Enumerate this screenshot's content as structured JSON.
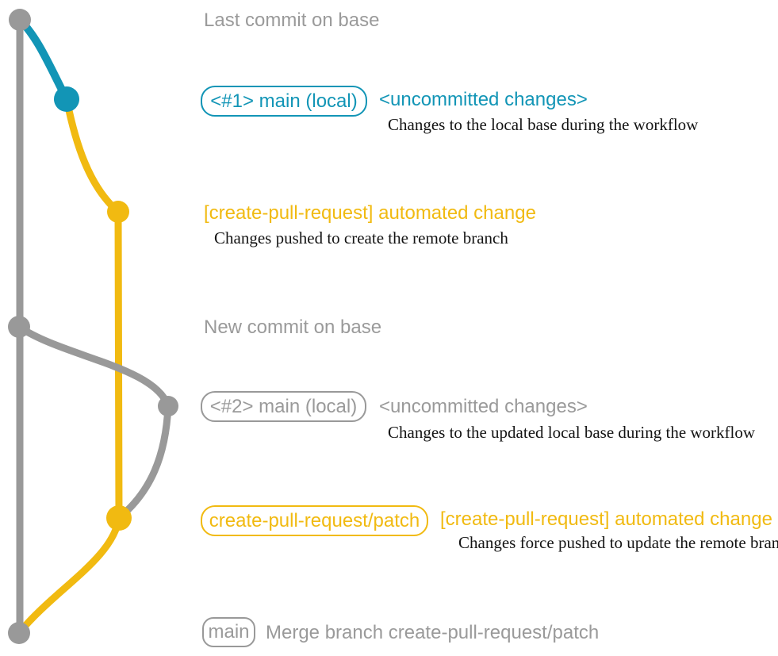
{
  "colors": {
    "gray": "#999999",
    "gray_text": "#9a9a9a",
    "teal": "#1295b6",
    "yellow": "#f1ba11",
    "caption_text": "#141414"
  },
  "graph": {
    "nodes": [
      "last-commit-on-base",
      "local-main-commit-1",
      "automated-change-commit-1",
      "new-commit-on-base",
      "local-main-commit-2",
      "automated-change-commit-2",
      "merge-commit"
    ]
  },
  "rows": {
    "last_commit": {
      "label": "Last commit on base"
    },
    "local_main_1": {
      "badge": "<#1> main (local)",
      "heading": "<uncommitted changes>",
      "caption": "Changes to the local base during the workflow"
    },
    "automated_change_1": {
      "heading": "[create-pull-request] automated change",
      "caption": "Changes pushed to create the remote branch"
    },
    "new_commit": {
      "label": "New commit on base"
    },
    "local_main_2": {
      "badge": "<#2> main (local)",
      "heading": "<uncommitted changes>",
      "caption": "Changes to the updated local base during the workflow"
    },
    "automated_change_2": {
      "badge": "create-pull-request/patch",
      "heading": "[create-pull-request] automated change",
      "caption": "Changes force pushed to update the remote branch"
    },
    "merge": {
      "badge": "main",
      "caption": "Merge branch create-pull-request/patch"
    }
  }
}
